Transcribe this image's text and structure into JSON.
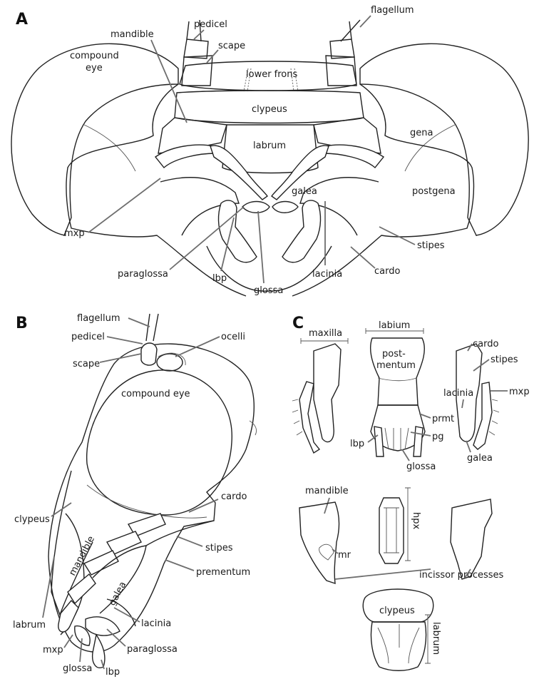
{
  "panels": {
    "A": {
      "letter": "A",
      "labels": {
        "pedicel": "pedicel",
        "flagellum": "flagellum",
        "mandible": "mandible",
        "scape": "scape",
        "compound_eye_line1": "compound",
        "compound_eye_line2": "eye",
        "lower_frons": "lower frons",
        "clypeus": "clypeus",
        "labrum": "labrum",
        "gena": "gena",
        "postgena": "postgena",
        "galea": "galea",
        "mxp": "mxp",
        "stipes": "stipes",
        "paraglossa": "paraglossa",
        "lacinia": "lacinia",
        "cardo": "cardo",
        "lbp": "lbp",
        "glossa": "glossa"
      }
    },
    "B": {
      "letter": "B",
      "labels": {
        "flagellum": "flagellum",
        "pedicel": "pedicel",
        "ocelli": "ocelli",
        "scape": "scape",
        "compound_eye": "compound eye",
        "cardo": "cardo",
        "clypeus": "clypeus",
        "stipes": "stipes",
        "mandible": "mandible",
        "prementum": "prementum",
        "galea": "galea",
        "labrum": "labrum",
        "lacinia": "lacinia",
        "mxp": "mxp",
        "paraglossa": "paraglossa",
        "glossa": "glossa",
        "lbp": "lbp"
      }
    },
    "C": {
      "letter": "C",
      "labels": {
        "maxilla": "maxilla",
        "labium": "labium",
        "postmentum_line1": "post-",
        "postmentum_line2": "mentum",
        "cardo": "cardo",
        "stipes": "stipes",
        "lacinia": "lacinia",
        "mxp": "mxp",
        "prmt": "prmt",
        "pg": "pg",
        "lbp": "lbp",
        "glossa": "glossa",
        "galea": "galea",
        "mandible": "mandible",
        "hpx": "hpx",
        "mr": "mr",
        "incissor_processes": "incissor processes",
        "clypeus": "clypeus",
        "labrum": "labrum"
      }
    }
  }
}
